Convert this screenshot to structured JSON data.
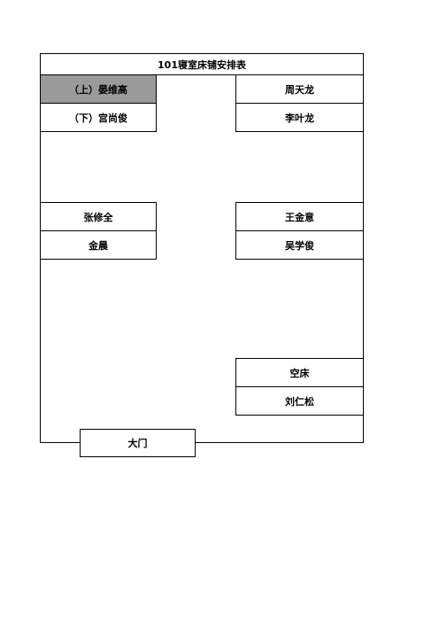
{
  "title": "101寝室床铺安排表",
  "left_beds": [
    {
      "name": "（上）晏维高",
      "highlight": true
    },
    {
      "name": "（下）宫尚俊",
      "highlight": false
    },
    {
      "name": "张修全",
      "highlight": false
    },
    {
      "name": "金晨",
      "highlight": false
    }
  ],
  "right_beds": [
    {
      "name": "周天龙"
    },
    {
      "name": "李叶龙"
    },
    {
      "name": "王金意"
    },
    {
      "name": "吴学俊"
    },
    {
      "name": "空床"
    },
    {
      "name": "刘仁松"
    }
  ],
  "door_label": "大门",
  "colors": {
    "highlight": "#9a9a9a",
    "border": "#000000"
  }
}
